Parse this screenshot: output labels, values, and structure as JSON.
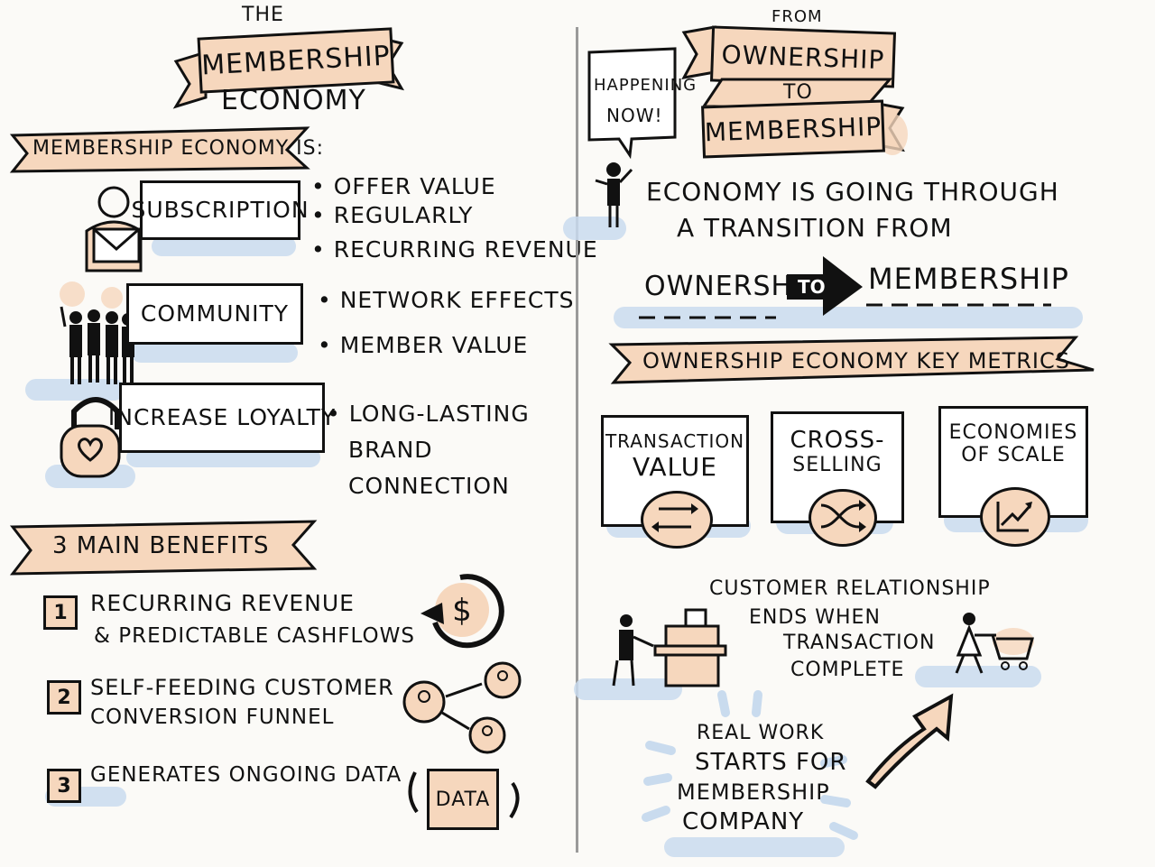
{
  "left": {
    "title_the": "THE",
    "title_main": "MEMBERSHIP",
    "title_sub": "ECONOMY",
    "definition_banner": "MEMBERSHIP ECONOMY IS:",
    "pillars": [
      {
        "label": "SUBSCRIPTION",
        "icon": "person-mail-icon",
        "bullets": [
          "OFFER VALUE",
          "REGULARLY",
          "RECURRING REVENUE"
        ]
      },
      {
        "label": "COMMUNITY",
        "icon": "crowd-icon",
        "bullets": [
          "NETWORK EFFECTS",
          "MEMBER VALUE"
        ]
      },
      {
        "label": "INCREASE LOYALTY",
        "icon": "heart-lock-icon",
        "bullets": [
          "LONG-LASTING",
          "BRAND",
          "CONNECTION"
        ]
      }
    ],
    "benefits_banner": "3 MAIN BENEFITS",
    "benefits": [
      {
        "num": "1",
        "line1": "RECURRING REVENUE",
        "line2": "& PREDICTABLE CASHFLOWS",
        "icon": "dollar-cycle-icon"
      },
      {
        "num": "2",
        "line1": "SELF-FEEDING CUSTOMER",
        "line2": "CONVERSION FUNNEL",
        "icon": "referral-network-icon"
      },
      {
        "num": "3",
        "line1": "GENERATES ONGOING DATA",
        "line2": "",
        "icon": "data-document-icon",
        "icon_text": "DATA"
      }
    ]
  },
  "right": {
    "title_from": "FROM",
    "title_ownership": "OWNERSHIP",
    "title_to": "TO",
    "title_membership": "MEMBERSHIP",
    "speech": [
      "HAPPENING",
      "NOW!"
    ],
    "transition_line1": "ECONOMY IS GOING THROUGH",
    "transition_line2": "A TRANSITION FROM",
    "from_word": "OWNERSHIP",
    "arrow_word": "TO",
    "to_word": "MEMBERSHIP",
    "metrics_banner": "OWNERSHIP ECONOMY KEY METRICS",
    "metrics": [
      {
        "line1": "TRANSACTION",
        "line2": "VALUE",
        "icon": "exchange-arrows-icon"
      },
      {
        "line1": "CROSS-",
        "line2": "SELLING",
        "icon": "shuffle-icon"
      },
      {
        "line1": "ECONOMIES",
        "line2": "OF SCALE",
        "icon": "growth-chart-icon"
      }
    ],
    "relationship": [
      "CUSTOMER RELATIONSHIP",
      "ENDS WHEN",
      "TRANSACTION",
      "COMPLETE"
    ],
    "real_work": [
      "REAL WORK",
      "STARTS for",
      "MEMBERSHIP",
      "COMPANY"
    ]
  },
  "colors": {
    "accent": "#f6d7bd",
    "shadow": "#c9dbee",
    "ink": "#111111"
  }
}
